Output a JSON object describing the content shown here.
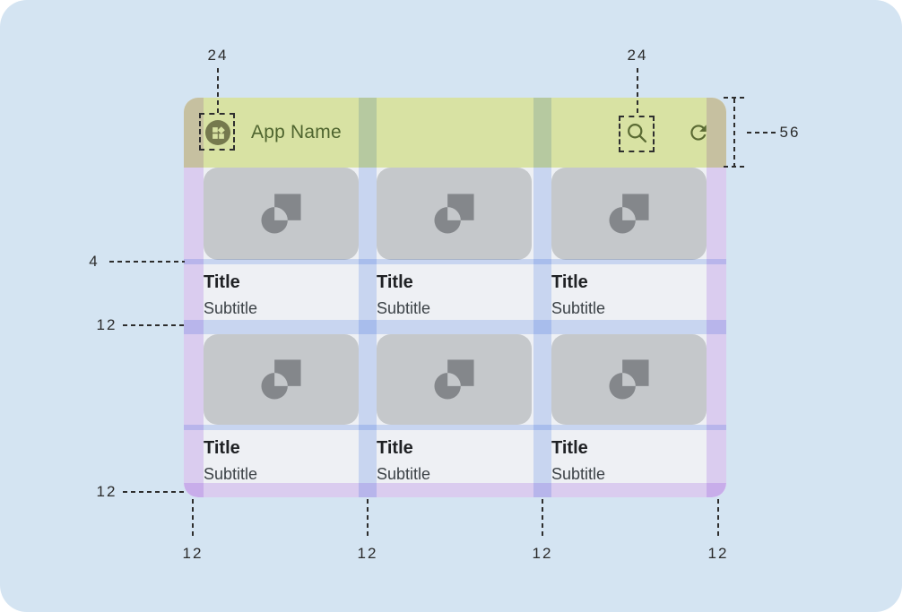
{
  "appbar": {
    "title": "App Name",
    "leading_icon": "widgets-icon",
    "action_icons": [
      "search-icon",
      "refresh-icon"
    ]
  },
  "cards": [
    {
      "title": "Title",
      "subtitle": "Subtitle"
    },
    {
      "title": "Title",
      "subtitle": "Subtitle"
    },
    {
      "title": "Title",
      "subtitle": "Subtitle"
    },
    {
      "title": "Title",
      "subtitle": "Subtitle"
    },
    {
      "title": "Title",
      "subtitle": "Subtitle"
    },
    {
      "title": "Title",
      "subtitle": "Subtitle"
    }
  ],
  "annotations": {
    "leading_icon_size": "24",
    "search_icon_size": "24",
    "appbar_height": "56",
    "title_gap": "4",
    "row_gap": "12",
    "bottom_left_margin": "12",
    "bottom": [
      "12",
      "12",
      "12",
      "12"
    ]
  },
  "colors": {
    "canvas_background": "#d4e4f2",
    "appbar_green": "#d8e2a3",
    "appbar_text": "#4f652f",
    "avatar_circle": "#75794e",
    "content_background": "#eef0f4",
    "image_placeholder_gray": "#c5c8cb",
    "placeholder_icon_gray": "#84878b",
    "margin_overlay_purple": "#ddd0f2",
    "gutter_overlay_blue": "#c5d5f3",
    "annotation_text": "#2b2b2b"
  }
}
